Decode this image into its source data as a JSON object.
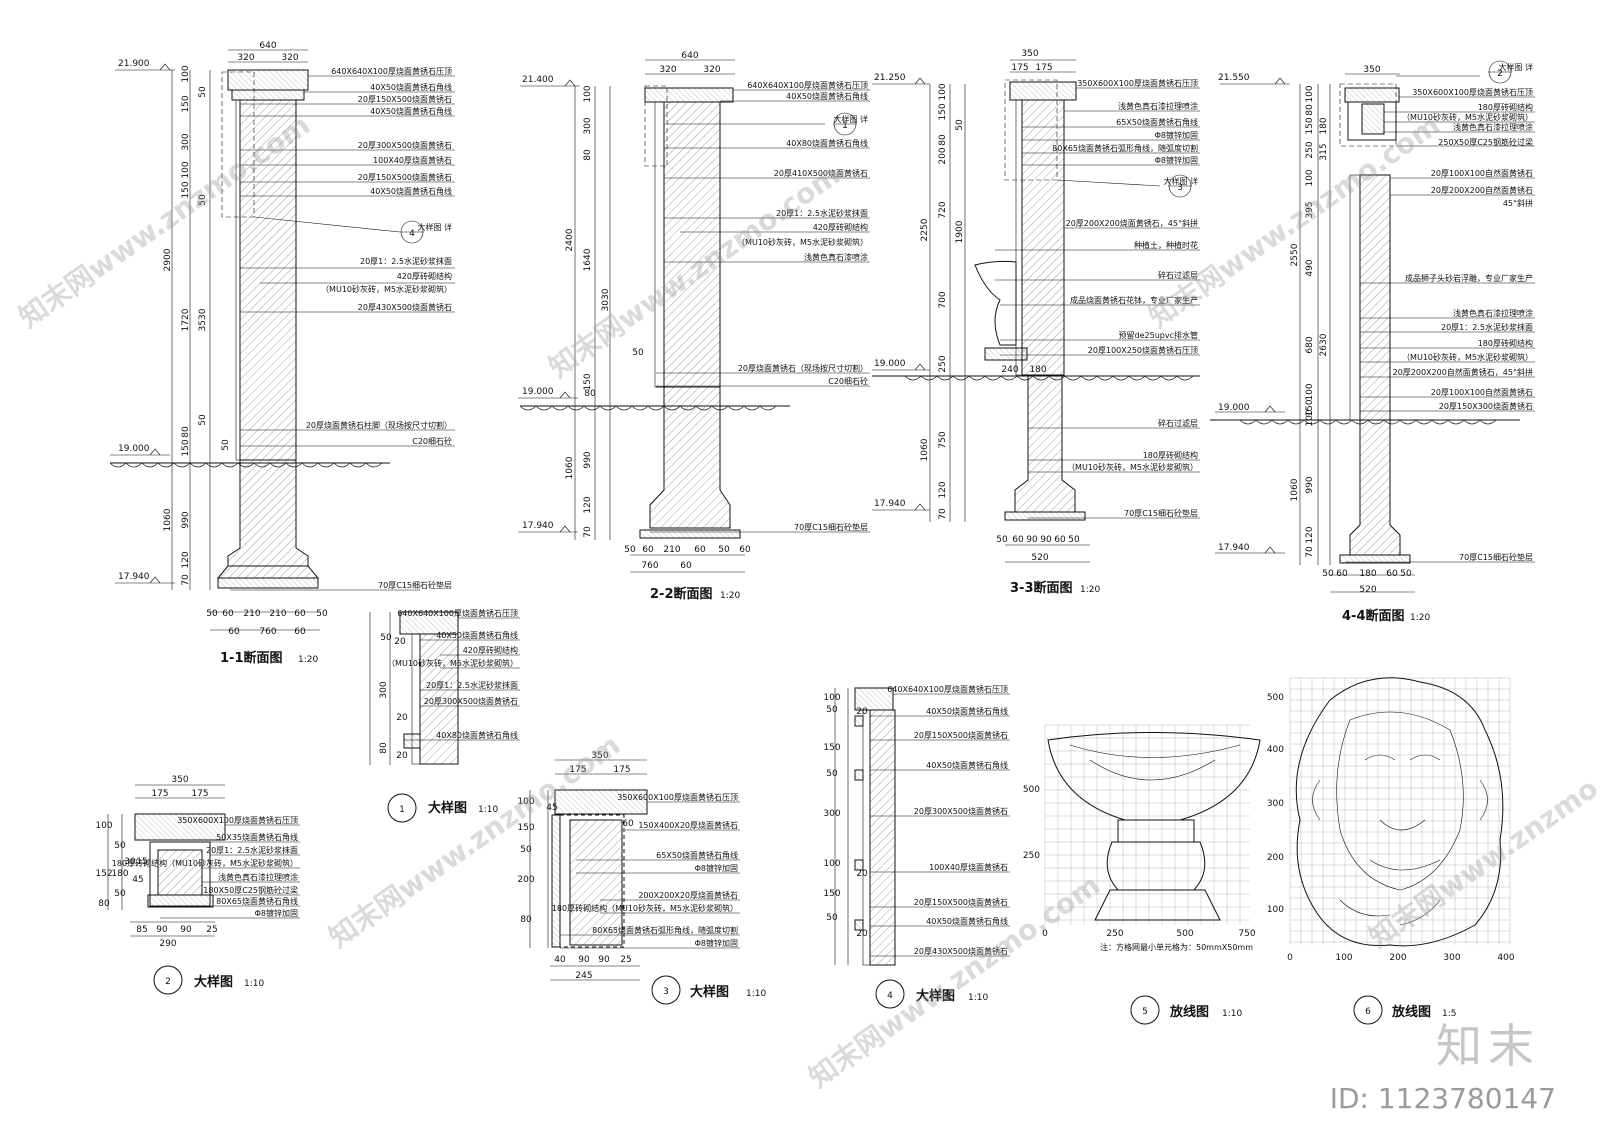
{
  "sections": {
    "s1": {
      "title": "1-1断面图",
      "scale": "1:20",
      "levels": [
        "21.900",
        "19.000",
        "17.940"
      ],
      "top_dims": [
        "640",
        "320",
        "320"
      ],
      "bottom_dims": [
        "50",
        "60",
        "210",
        "210",
        "60",
        "50",
        "60",
        "760",
        "60"
      ],
      "vert_dims": [
        "100",
        "150",
        "50",
        "300",
        "100",
        "150",
        "50",
        "1720",
        "2900",
        "3530",
        "50",
        "80",
        "150",
        "990",
        "1060",
        "120",
        "70",
        "50"
      ],
      "notes": [
        "640X640X100厚烧面黄锈石压顶",
        "40X50烧面黄锈石角线",
        "20厚150X500烧面黄锈石",
        "40X50烧面黄锈石角线",
        "20厚300X500烧面黄锈石",
        "100X40厚烧面黄锈石",
        "20厚150X500烧面黄锈石",
        "40X50烧面黄锈石角线",
        "大样图 详",
        "20厚1：2.5水泥砂浆抹面",
        "420厚砖砌结构",
        "（MU10砂灰砖，M5水泥砂浆砌筑）",
        "20厚430X500烧面黄锈石",
        "20厚烧面黄锈石柱脚（现场按尺寸切割）",
        "C20细石砼",
        "70厚C15细石砼垫层"
      ],
      "ref": "4"
    },
    "s2": {
      "title": "2-2断面图",
      "scale": "1:20",
      "levels": [
        "21.400",
        "19.000",
        "17.940"
      ],
      "top_dims": [
        "640",
        "320",
        "320"
      ],
      "bottom_dims": [
        "50",
        "60",
        "210",
        "60",
        "50",
        "60",
        "760",
        "60"
      ],
      "vert_dims": [
        "100",
        "300",
        "80",
        "2400",
        "1640",
        "3030",
        "50",
        "150",
        "80",
        "990",
        "1060",
        "120",
        "70"
      ],
      "notes": [
        "640X640X100厚烧面黄锈石压顶",
        "40X50烧面黄锈石角线",
        "大样图 详",
        "40X80烧面黄锈石角线",
        "20厚410X500烧面黄锈石",
        "20厚1：2.5水泥砂浆抹面",
        "420厚砖砌结构",
        "（MU10砂灰砖，M5水泥砂浆砌筑）",
        "浅黄色真石漆喷涂",
        "20厚烧面黄锈石（现场按尺寸切割）",
        "C20细石砼",
        "70厚C15细石砼垫层"
      ],
      "ref": "1"
    },
    "s3": {
      "title": "3-3断面图",
      "scale": "1:20",
      "levels": [
        "21.250",
        "19.000",
        "17.940"
      ],
      "top_dims": [
        "350",
        "175",
        "175"
      ],
      "bottom_dims": [
        "50",
        "60",
        "90",
        "90",
        "60",
        "50",
        "520"
      ],
      "vert_dims": [
        "100",
        "150",
        "50",
        "80",
        "200",
        "2250",
        "720",
        "1900",
        "700",
        "250",
        "240",
        "180",
        "1060",
        "750",
        "120",
        "70"
      ],
      "notes": [
        "350X600X100厚烧面黄锈石压顶",
        "浅黄色真石漆拉理喷涂",
        "65X50烧面黄锈石角线",
        "Φ8镀锌加固",
        "80X65烧面黄锈石弧形角线，随弧度切割",
        "Φ8镀锌加固",
        "大样图 详",
        "20厚200X200烧面黄锈石，45°斜拼",
        "种植土，种植时花",
        "碎石过滤层",
        "成品烧面黄锈石花钵，专业厂家生产",
        "预留de25upvc排水管",
        "20厚100X250烧面黄锈石压顶",
        "碎石过滤层",
        "180厚砖砌结构",
        "（MU10砂灰砖，M5水泥砂浆砌筑）",
        "70厚C15细石砼垫层"
      ],
      "ref": "3"
    },
    "s4": {
      "title": "4-4断面图",
      "scale": "1:20",
      "levels": [
        "21.550",
        "19.000",
        "17.940"
      ],
      "top_dims": [
        "350"
      ],
      "bottom_dims": [
        "50",
        "60",
        "180",
        "60",
        "50",
        "520"
      ],
      "vert_dims": [
        "100",
        "80",
        "150",
        "180",
        "250",
        "315",
        "100",
        "395",
        "2550",
        "490",
        "680",
        "2630",
        "100",
        "150",
        "100",
        "990",
        "1060",
        "120",
        "70"
      ],
      "notes": [
        "大样图 详",
        "350X600X100厚烧面黄锈石压顶",
        "180厚砖砌结构",
        "（MU10砂灰砖，M5水泥砂浆砌筑）",
        "浅黄色真石漆拉理喷涂",
        "250X50厚C25钢筋砼过梁",
        "20厚100X100自然面黄锈石",
        "20厚200X200自然面黄锈石",
        "45°斜拼",
        "成品狮子头砂岩浮雕，专业厂家生产",
        "浅黄色真石漆拉理喷涂",
        "20厚1：2.5水泥砂浆抹面",
        "180厚砖砌结构",
        "（MU10砂灰砖，M5水泥砂浆砌筑）",
        "20厚200X200自然面黄锈石，45°斜拼",
        "20厚100X100自然面黄锈石",
        "20厚150X300烧面黄锈石",
        "70厚C15细石砼垫层"
      ],
      "ref": "2"
    }
  },
  "details": {
    "d1": {
      "num": "1",
      "title": "大样图",
      "scale": "1:10",
      "dims": [
        "50",
        "20",
        "300",
        "80",
        "20",
        "20"
      ],
      "notes": [
        "640X640X100厚烧面黄锈石压顶",
        "40X50烧面黄锈石角线",
        "420厚砖砌结构",
        "（MU10砂灰砖，M5水泥砂浆砌筑）",
        "20厚1：2.5水泥砂浆抹面",
        "20厚300X500烧面黄锈石",
        "40X80烧面黄锈石角线"
      ]
    },
    "d2": {
      "num": "2",
      "title": "大样图",
      "scale": "1:10",
      "dims": [
        "350",
        "175",
        "175",
        "100",
        "50",
        "30",
        "15",
        "152",
        "180",
        "45",
        "50",
        "80",
        "85",
        "90",
        "90",
        "25",
        "290"
      ],
      "notes": [
        "350X600X100厚烧面黄锈石压顶",
        "50X35烧面黄锈石角线",
        "20厚1：2.5水泥砂浆抹面",
        "180厚砖砌结构（MU10砂灰砖，M5水泥砂浆砌筑）",
        "浅黄色真石漆拉理喷涂",
        "180X50厚C25钢筋砼过梁",
        "80X65烧面黄锈石角线",
        "Φ8镀锌加固"
      ]
    },
    "d3": {
      "num": "3",
      "title": "大样图",
      "scale": "1:10",
      "dims": [
        "350",
        "175",
        "175",
        "100",
        "45",
        "60",
        "150",
        "50",
        "200",
        "80",
        "40",
        "90",
        "90",
        "25",
        "245"
      ],
      "notes": [
        "350X600X100厚烧面黄锈石压顶",
        "150X400X20厚烧面黄锈石",
        "65X50烧面黄锈石角线",
        "Φ8镀锌加固",
        "200X200X20厚烧面黄锈石",
        "180厚砖砌结构（MU10砂灰砖，M5水泥砂浆砌筑）",
        "80X65烧面黄锈石弧形角线，随弧度切割",
        "Φ8镀锌加固"
      ]
    },
    "d4": {
      "num": "4",
      "title": "大样图",
      "scale": "1:10",
      "dims": [
        "100",
        "50",
        "20",
        "150",
        "50",
        "300",
        "100",
        "20",
        "150",
        "50",
        "20"
      ],
      "notes": [
        "640X640X100厚烧面黄锈石压顶",
        "40X50烧面黄锈石角线",
        "20厚150X500烧面黄锈石",
        "40X50烧面黄锈石角线",
        "20厚300X500烧面黄锈石",
        "100X40厚烧面黄锈石",
        "20厚150X500烧面黄锈石",
        "40X50烧面黄锈石角线",
        "20厚430X500烧面黄锈石"
      ]
    },
    "d5": {
      "num": "5",
      "title": "放线图",
      "scale": "1:10",
      "x_ticks": [
        "0",
        "250",
        "500",
        "750"
      ],
      "y_ticks": [
        "500",
        "250"
      ],
      "note": "注：方格网最小单元格为：50mmX50mm"
    },
    "d6": {
      "num": "6",
      "title": "放线图",
      "scale": "1:5",
      "x_ticks": [
        "0",
        "100",
        "200",
        "300",
        "400"
      ],
      "y_ticks": [
        "500",
        "400",
        "300",
        "200",
        "100"
      ]
    }
  },
  "watermark": {
    "text": "知末网www.znzmo.com",
    "logo": "知末",
    "id": "ID: 1123780147"
  }
}
